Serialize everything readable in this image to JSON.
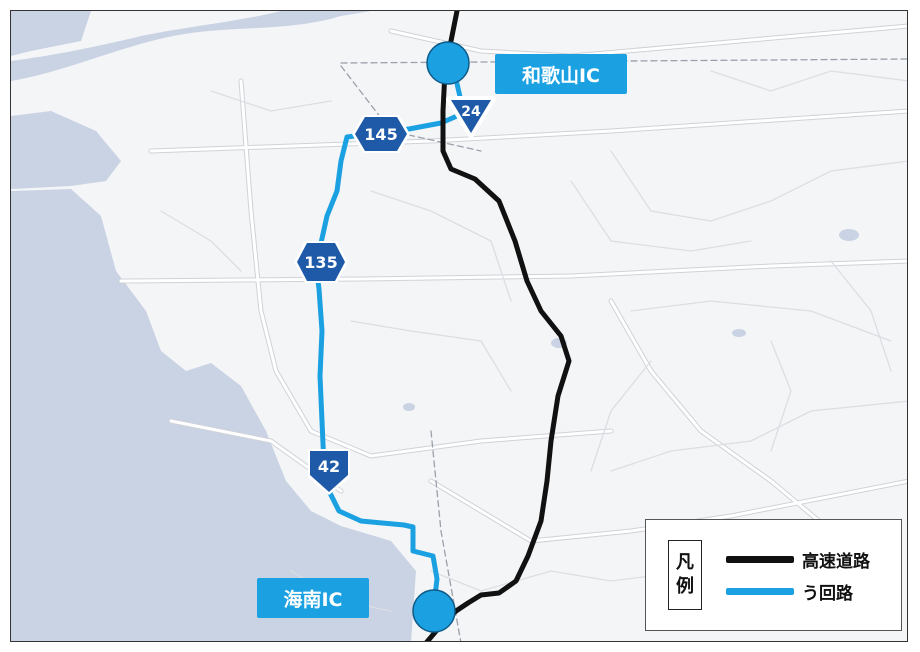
{
  "map": {
    "colors": {
      "land": "#f4f5f7",
      "water": "#c9d3e4",
      "road": "#ffffff",
      "road_outline": "#cfd2d8",
      "expressway": "#111111",
      "detour": "#1ba1e2",
      "shield": "#1f5aa8",
      "ic_marker": "#1ba1e2"
    }
  },
  "ic_labels": {
    "wakayama": "和歌山IC",
    "kainan": "海南IC"
  },
  "route_shields": [
    {
      "id": "r24",
      "number": "24",
      "shape": "inverted-triangle"
    },
    {
      "id": "r145",
      "number": "145",
      "shape": "hexagon"
    },
    {
      "id": "r135",
      "number": "135",
      "shape": "hexagon"
    },
    {
      "id": "r42",
      "number": "42",
      "shape": "inverted-triangle"
    }
  ],
  "legend": {
    "title_line1": "凡",
    "title_line2": "例",
    "items": [
      {
        "label": "高速道路",
        "color": "#111111"
      },
      {
        "label": "う回路",
        "color": "#1ba1e2"
      }
    ]
  }
}
